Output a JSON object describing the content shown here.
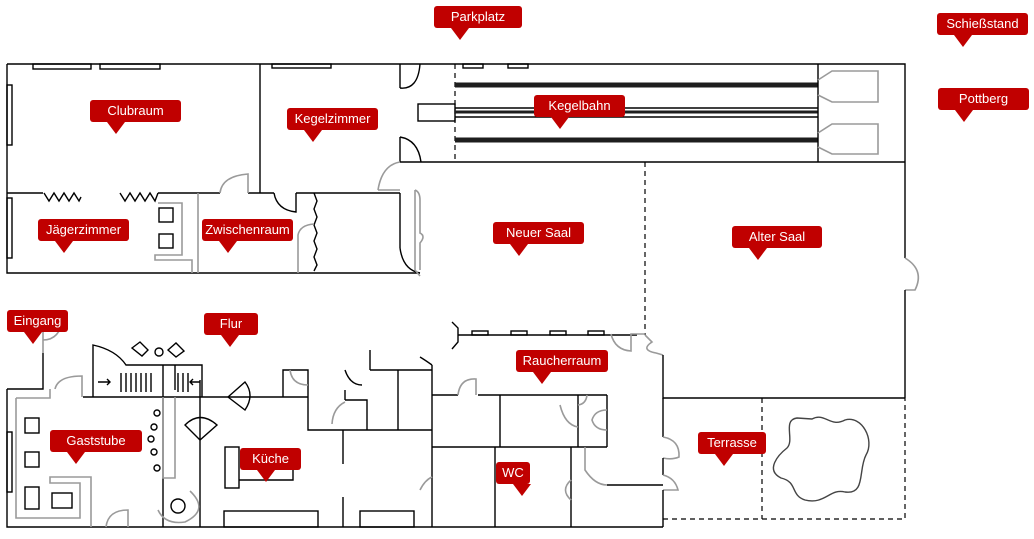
{
  "colors": {
    "label_background": "#c00000",
    "label_text": "#ffffff",
    "walls": "#000000"
  },
  "labels": {
    "parkplatz": "Parkplatz",
    "schiessstand": "Schießstand",
    "pottberg": "Pottberg",
    "clubraum": "Clubraum",
    "kegelzimmer": "Kegelzimmer",
    "kegelbahn": "Kegelbahn",
    "jaegerzimmer": "Jägerzimmer",
    "zwischenraum": "Zwischenraum",
    "neuer_saal": "Neuer Saal",
    "alter_saal": "Alter Saal",
    "eingang": "Eingang",
    "flur": "Flur",
    "gaststube": "Gaststube",
    "kueche": "Küche",
    "raucherraum": "Raucherraum",
    "wc": "WC",
    "terrasse": "Terrasse"
  }
}
